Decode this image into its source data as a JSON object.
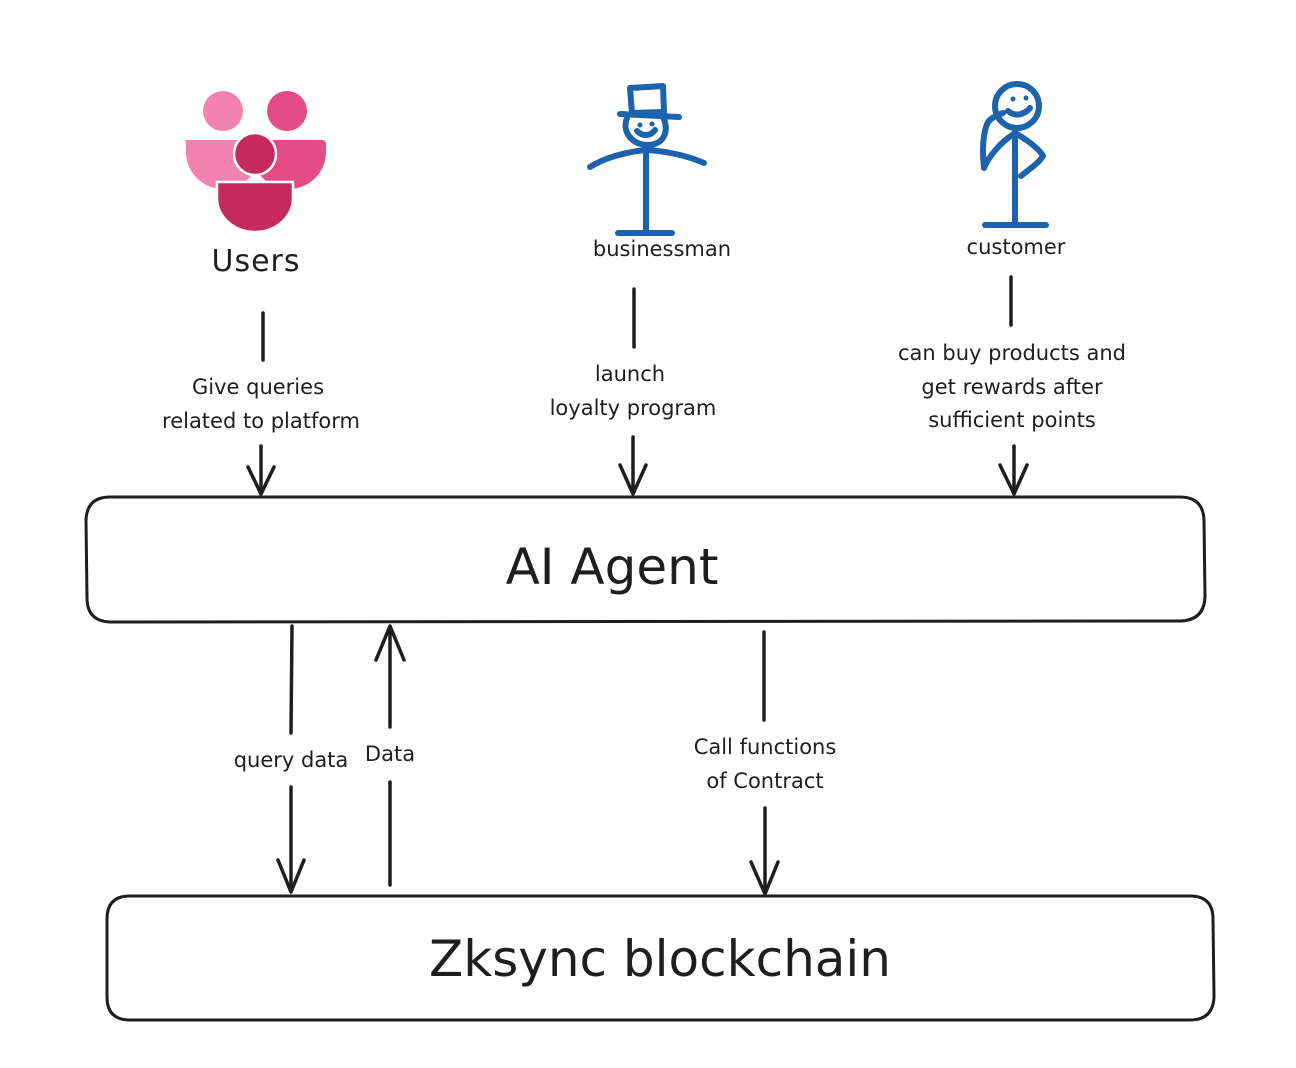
{
  "actors": {
    "users": {
      "label": "Users",
      "icon": "users-group-icon"
    },
    "businessman": {
      "label": "businessman",
      "icon": "top-hat-stick-figure-icon"
    },
    "customer": {
      "label": "customer",
      "icon": "stick-figure-icon"
    }
  },
  "nodes": {
    "ai_agent": {
      "label": "AI Agent"
    },
    "blockchain": {
      "label": "Zksync blockchain"
    }
  },
  "edges": {
    "users_to_agent": {
      "line1": "Give queries",
      "line2": "related to platform"
    },
    "businessman_to_agent": {
      "line1": "launch",
      "line2": "loyalty program"
    },
    "customer_to_agent": {
      "line1": "can buy products and",
      "line2": "get rewards after",
      "line3": "sufficient points"
    },
    "agent_to_blockchain_query": {
      "label": "query data"
    },
    "blockchain_to_agent_data": {
      "label": "Data"
    },
    "agent_to_blockchain_call": {
      "line1": "Call functions",
      "line2": "of Contract"
    }
  },
  "colors": {
    "stroke": "#1e1e1e",
    "figure_blue": "#1c62ad",
    "users_pink_light": "#f283ae",
    "users_pink_mid": "#e44c85",
    "users_pink_dark": "#c42a5e"
  }
}
